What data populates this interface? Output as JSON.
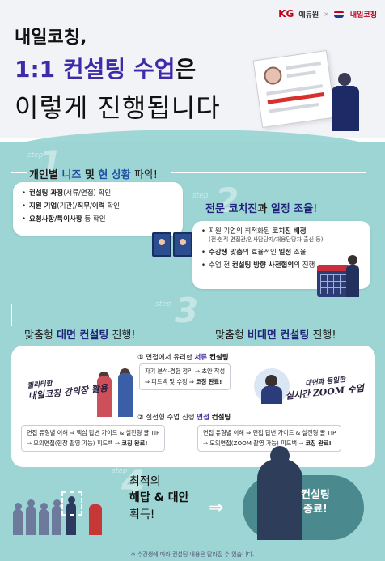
{
  "brand": {
    "kg": "KG",
    "kg_sub": "에듀원",
    "separator": "×",
    "partner": "내일코칭"
  },
  "hero": {
    "line1": "내일코칭,",
    "line2_hl": "1:1 컨설팅 수업",
    "line2_rest": "은",
    "line3": "이렇게 진행됩니다"
  },
  "step_word": "step",
  "step1": {
    "num": "1",
    "title_a": "개인별 ",
    "title_b": "니즈",
    "title_c": " 및 ",
    "title_d": "현 상황",
    "title_e": " 파악!",
    "items": [
      {
        "b": "컨설팅 과정",
        "r": "(서류/면접) 확인"
      },
      {
        "b": "지원 기업",
        "r": "(기관)/",
        "b2": "직무",
        "r2": "/",
        "b3": "이력",
        "r3": " 확인"
      },
      {
        "b": "요청사항/특이사항",
        "r": " 등 확인"
      }
    ]
  },
  "step2": {
    "num": "2",
    "title_a": "전문 코치진",
    "title_b": "과 ",
    "title_c": "일정 조율",
    "title_d": "!",
    "items": [
      {
        "r": "지원 기업의 최적화된 ",
        "b": "코치진 배정"
      },
      {
        "sub": "(전·현직 면접관/인사담당자/채용담당자 출신 등)"
      },
      {
        "b": "수강생 맞춤",
        "r": "의 효율적인 ",
        "b2": "일정",
        "r2": " 조율"
      },
      {
        "r": "수업 전 ",
        "b": "컨설팅 방향 사전협의",
        "r2": "의 진행"
      }
    ]
  },
  "step3": {
    "num": "3",
    "left_title_a": "맞춤형 ",
    "left_title_b": "대면 컨설팅",
    "left_title_c": " 진행!",
    "right_title_a": "맞춤형 ",
    "right_title_b": "비대면 컨설팅",
    "right_title_c": " 진행!",
    "head1_a": "① 면접에서 유리한 ",
    "head1_b": "서류",
    "head1_c": " 컨설팅",
    "box1_l1": "자기 분석·경험 정리 ⇒ 초안 작성",
    "box1_l2a": "⇒ 피드백 및 수정 ⇒ ",
    "box1_l2b": "코칭 완료!",
    "head2_a": "② 실전형 수업 진행 ",
    "head2_b": "면접",
    "head2_c": " 컨설팅",
    "box2_l1": "면접 유형별 이해 ⇒ 핵심 답변 가이드 & 실전형 꿀 TIP",
    "box2_l2a": "⇒ 모의면접(현장 촬영 가능) 피드백 ⇒ ",
    "box2_l2b": "코칭 완료!",
    "box3_l1": "면접 유형별 이해 ⇒ 면접 답변 가이드 & 실전형 꿀 TIP",
    "box3_l2a": "⇒ 모의면접(ZOOM 촬영 가능) 피드백 ⇒ ",
    "box3_l2b": "코칭 완료!",
    "hand_left_1": "퀄리티한",
    "hand_left_2": "내일코칭 강의장 활용",
    "hand_right_1": "대면과 동일한",
    "hand_right_2": "실시간 ZOOM 수업"
  },
  "step4": {
    "num": "4",
    "line1": "최적의",
    "line2": "해답 & 대안",
    "line3": "획득!",
    "arrow": "⇒",
    "end1": "컨설팅",
    "end2": "종료!"
  },
  "footnote": "※ 수강생에 따라 컨설팅 내용은 달라질 수 있습니다."
}
